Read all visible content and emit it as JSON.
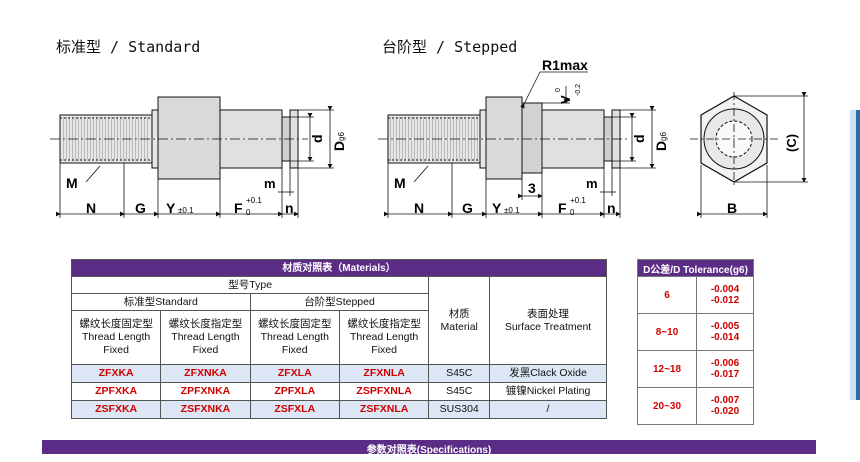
{
  "titles": {
    "standard": "标准型 / Standard",
    "stepped": "台阶型 / Stepped"
  },
  "drawing_labels": {
    "M": "M",
    "N": "N",
    "G": "G",
    "Y": "Y",
    "Y_tol": "±0.1",
    "F": "F",
    "F_tol_top": "+0.1",
    "F_tol_bot": "0",
    "n": "n",
    "m": "m",
    "d": "d",
    "D": "D",
    "D_tol": "g6",
    "R1max": "R1max",
    "V": "V",
    "V_tol_top": "0",
    "V_tol_bot": "-0.2",
    "three": "3",
    "B": "B",
    "C": "(C)"
  },
  "materials": {
    "title": "材质对照表（Materials）",
    "model_type": "型号Type",
    "standard_group": "标准型Standard",
    "stepped_group": "台阶型Stepped",
    "col_fixed": [
      "螺纹长度固定型",
      "Thread Length",
      "Fixed"
    ],
    "col_specified": [
      "螺纹长度指定型",
      "Thread Length",
      "Fixed"
    ],
    "material_header": [
      "材质",
      "Material"
    ],
    "surface_header": [
      "表面处理",
      "Surface Treatment"
    ],
    "rows": [
      {
        "c1": "ZFXKA",
        "c2": "ZFXNKA",
        "c3": "ZFXLA",
        "c4": "ZFXNLA",
        "material": "S45C",
        "surface": "发黑Clack Oxide"
      },
      {
        "c1": "ZPFXKA",
        "c2": "ZPFXNKA",
        "c3": "ZPFXLA",
        "c4": "ZSPFXNLA",
        "material": "S45C",
        "surface": "镀镍Nickel Plating"
      },
      {
        "c1": "ZSFXKA",
        "c2": "ZSFXNKA",
        "c3": "ZSFXLA",
        "c4": "ZSFXNLA",
        "material": "SUS304",
        "surface": "/"
      }
    ]
  },
  "tolerance": {
    "title": "D公差/D Tolerance(g6)",
    "rows": [
      {
        "d": "6",
        "upper": "-0.004",
        "lower": "-0.012"
      },
      {
        "d": "8~10",
        "upper": "-0.005",
        "lower": "-0.014"
      },
      {
        "d": "12~18",
        "upper": "-0.006",
        "lower": "-0.017"
      },
      {
        "d": "20~30",
        "upper": "-0.007",
        "lower": "-0.020"
      }
    ]
  },
  "specs_title": "参数对照表(Specifications)",
  "colors": {
    "header_purple": "#5b2d86",
    "highlight_row": "#dde6f4",
    "code_red": "#d00000"
  }
}
